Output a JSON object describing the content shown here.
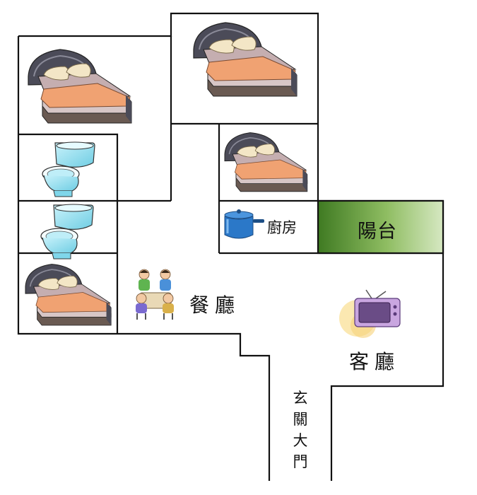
{
  "rooms": {
    "kitchen": "廚房",
    "balcony": "陽台",
    "dining": "餐廳",
    "living": "客廳",
    "entrance": [
      "玄",
      "關",
      "大",
      "門"
    ]
  },
  "colors": {
    "wall": "#111111",
    "balcony_dark": "#3f7a22",
    "balcony_light": "#c4dca6",
    "bed_blanket": "#f0a272",
    "bed_frame": "#4b4b58",
    "toilet": "#8ddcee",
    "pot": "#2b78c8"
  },
  "icons": [
    "bed-icon",
    "toilet-icon",
    "pot-icon",
    "dining-people-icon",
    "tv-icon"
  ]
}
